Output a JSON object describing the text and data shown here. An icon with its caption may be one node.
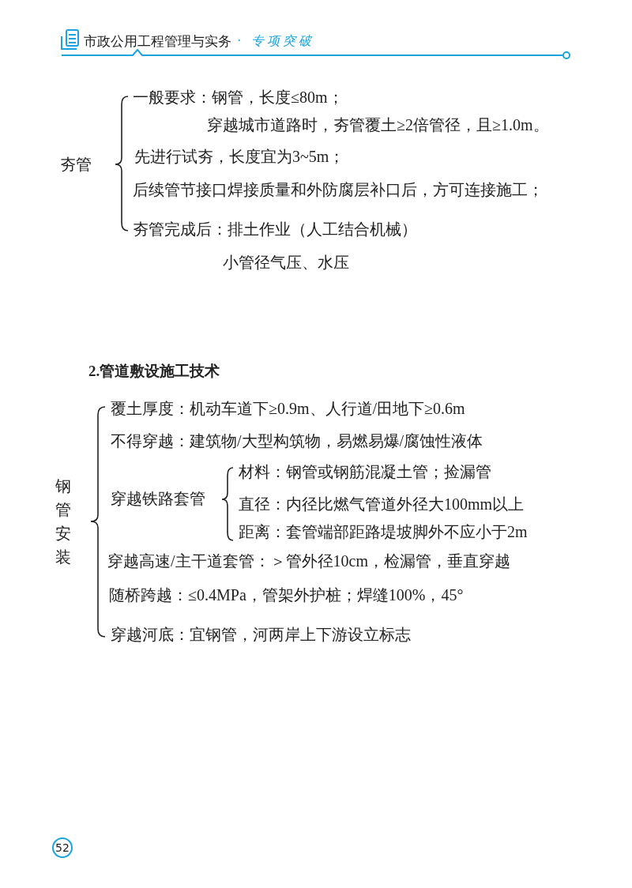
{
  "diagram": {
    "labels": [
      "市政公用工程管理与实务",
      "·",
      "专项突破",
      "夯管",
      "一般要求：钢管，长度≤80m；",
      "穿越城市道路时，夯管覆土≥2倍管径，且≥1.0m。",
      "先进行试夯，长度宜为3~5m；",
      "后续管节接口焊接质量和外防腐层补口后，方可连接施工；",
      "夯管完成后：排土作业（人工结合机械）",
      "小管径气压、水压",
      "2.管道敷设施工技术",
      "钢管安装",
      "覆土厚度：机动车道下≥0.9m、人行道/田地下≥0.6m",
      "不得穿越：建筑物/大型构筑物，易燃易爆/腐蚀性液体",
      "穿越铁路套管",
      "材料：钢管或钢筋混凝土管；捡漏管",
      "直径：内径比燃气管道外径大100mm以上",
      "距离：套管端部距路堤坡脚外不应小于2m",
      "穿越高速/主干道套管：＞管外径10cm，检漏管，垂直穿越",
      "随桥跨越：≤0.4MPa，管架外护桩；焊缝100%，45°",
      "穿越河底：宜钢管，河两岸上下游设立标志",
      "52"
    ]
  }
}
